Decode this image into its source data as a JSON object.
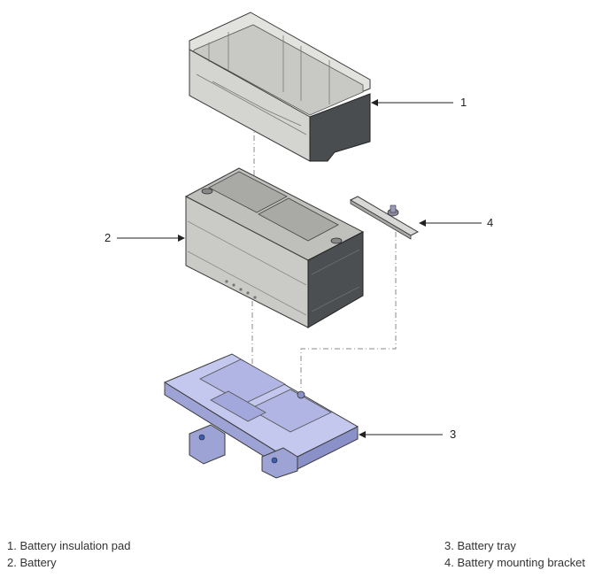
{
  "callouts": {
    "c1": "1",
    "c2": "2",
    "c3": "3",
    "c4": "4"
  },
  "legend": {
    "items": [
      "1. Battery insulation pad",
      "2. Battery",
      "3. Battery tray",
      "4. Battery mounting bracket"
    ]
  },
  "colors": {
    "tray": "#b8bde6",
    "battery_body": "#c9cac6",
    "battery_dark": "#4a4d4f",
    "insulation_pad": "#d4d4d0",
    "bracket": "#d8d8d6",
    "outline": "#3a3a3a"
  }
}
